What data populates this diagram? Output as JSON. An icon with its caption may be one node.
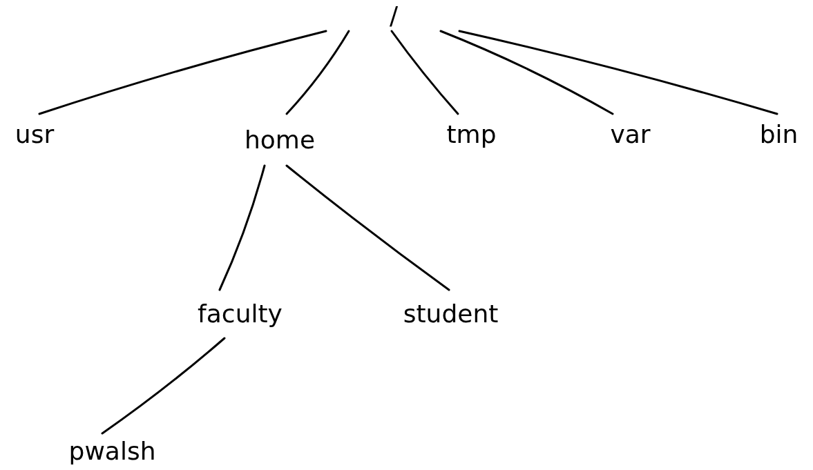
{
  "diagram": {
    "nodes": [
      {
        "text": [
          "/"
        ]
      },
      {
        "text": [
          "usr"
        ]
      },
      {
        "text": [
          "home"
        ]
      },
      {
        "text": [
          "tmp"
        ]
      },
      {
        "text": [
          "var"
        ]
      },
      {
        "text": [
          "bin"
        ]
      },
      {
        "text": [
          "faculty"
        ]
      },
      {
        "text": [
          "student"
        ]
      },
      {
        "text": [
          "pwalsh"
        ]
      }
    ],
    "edges": [
      {
        "from": 0,
        "to": 1,
        "arrow": "none"
      },
      {
        "from": 0,
        "to": 2,
        "arrow": "none"
      },
      {
        "from": 0,
        "to": 3,
        "arrow": "none"
      },
      {
        "from": 0,
        "to": 4,
        "arrow": "none"
      },
      {
        "from": 0,
        "to": 5,
        "arrow": "none"
      },
      {
        "from": 2,
        "to": 6,
        "arrow": "none"
      },
      {
        "from": 2,
        "to": 7,
        "arrow": "none"
      },
      {
        "from": 6,
        "to": 8,
        "arrow": "none"
      }
    ]
  }
}
